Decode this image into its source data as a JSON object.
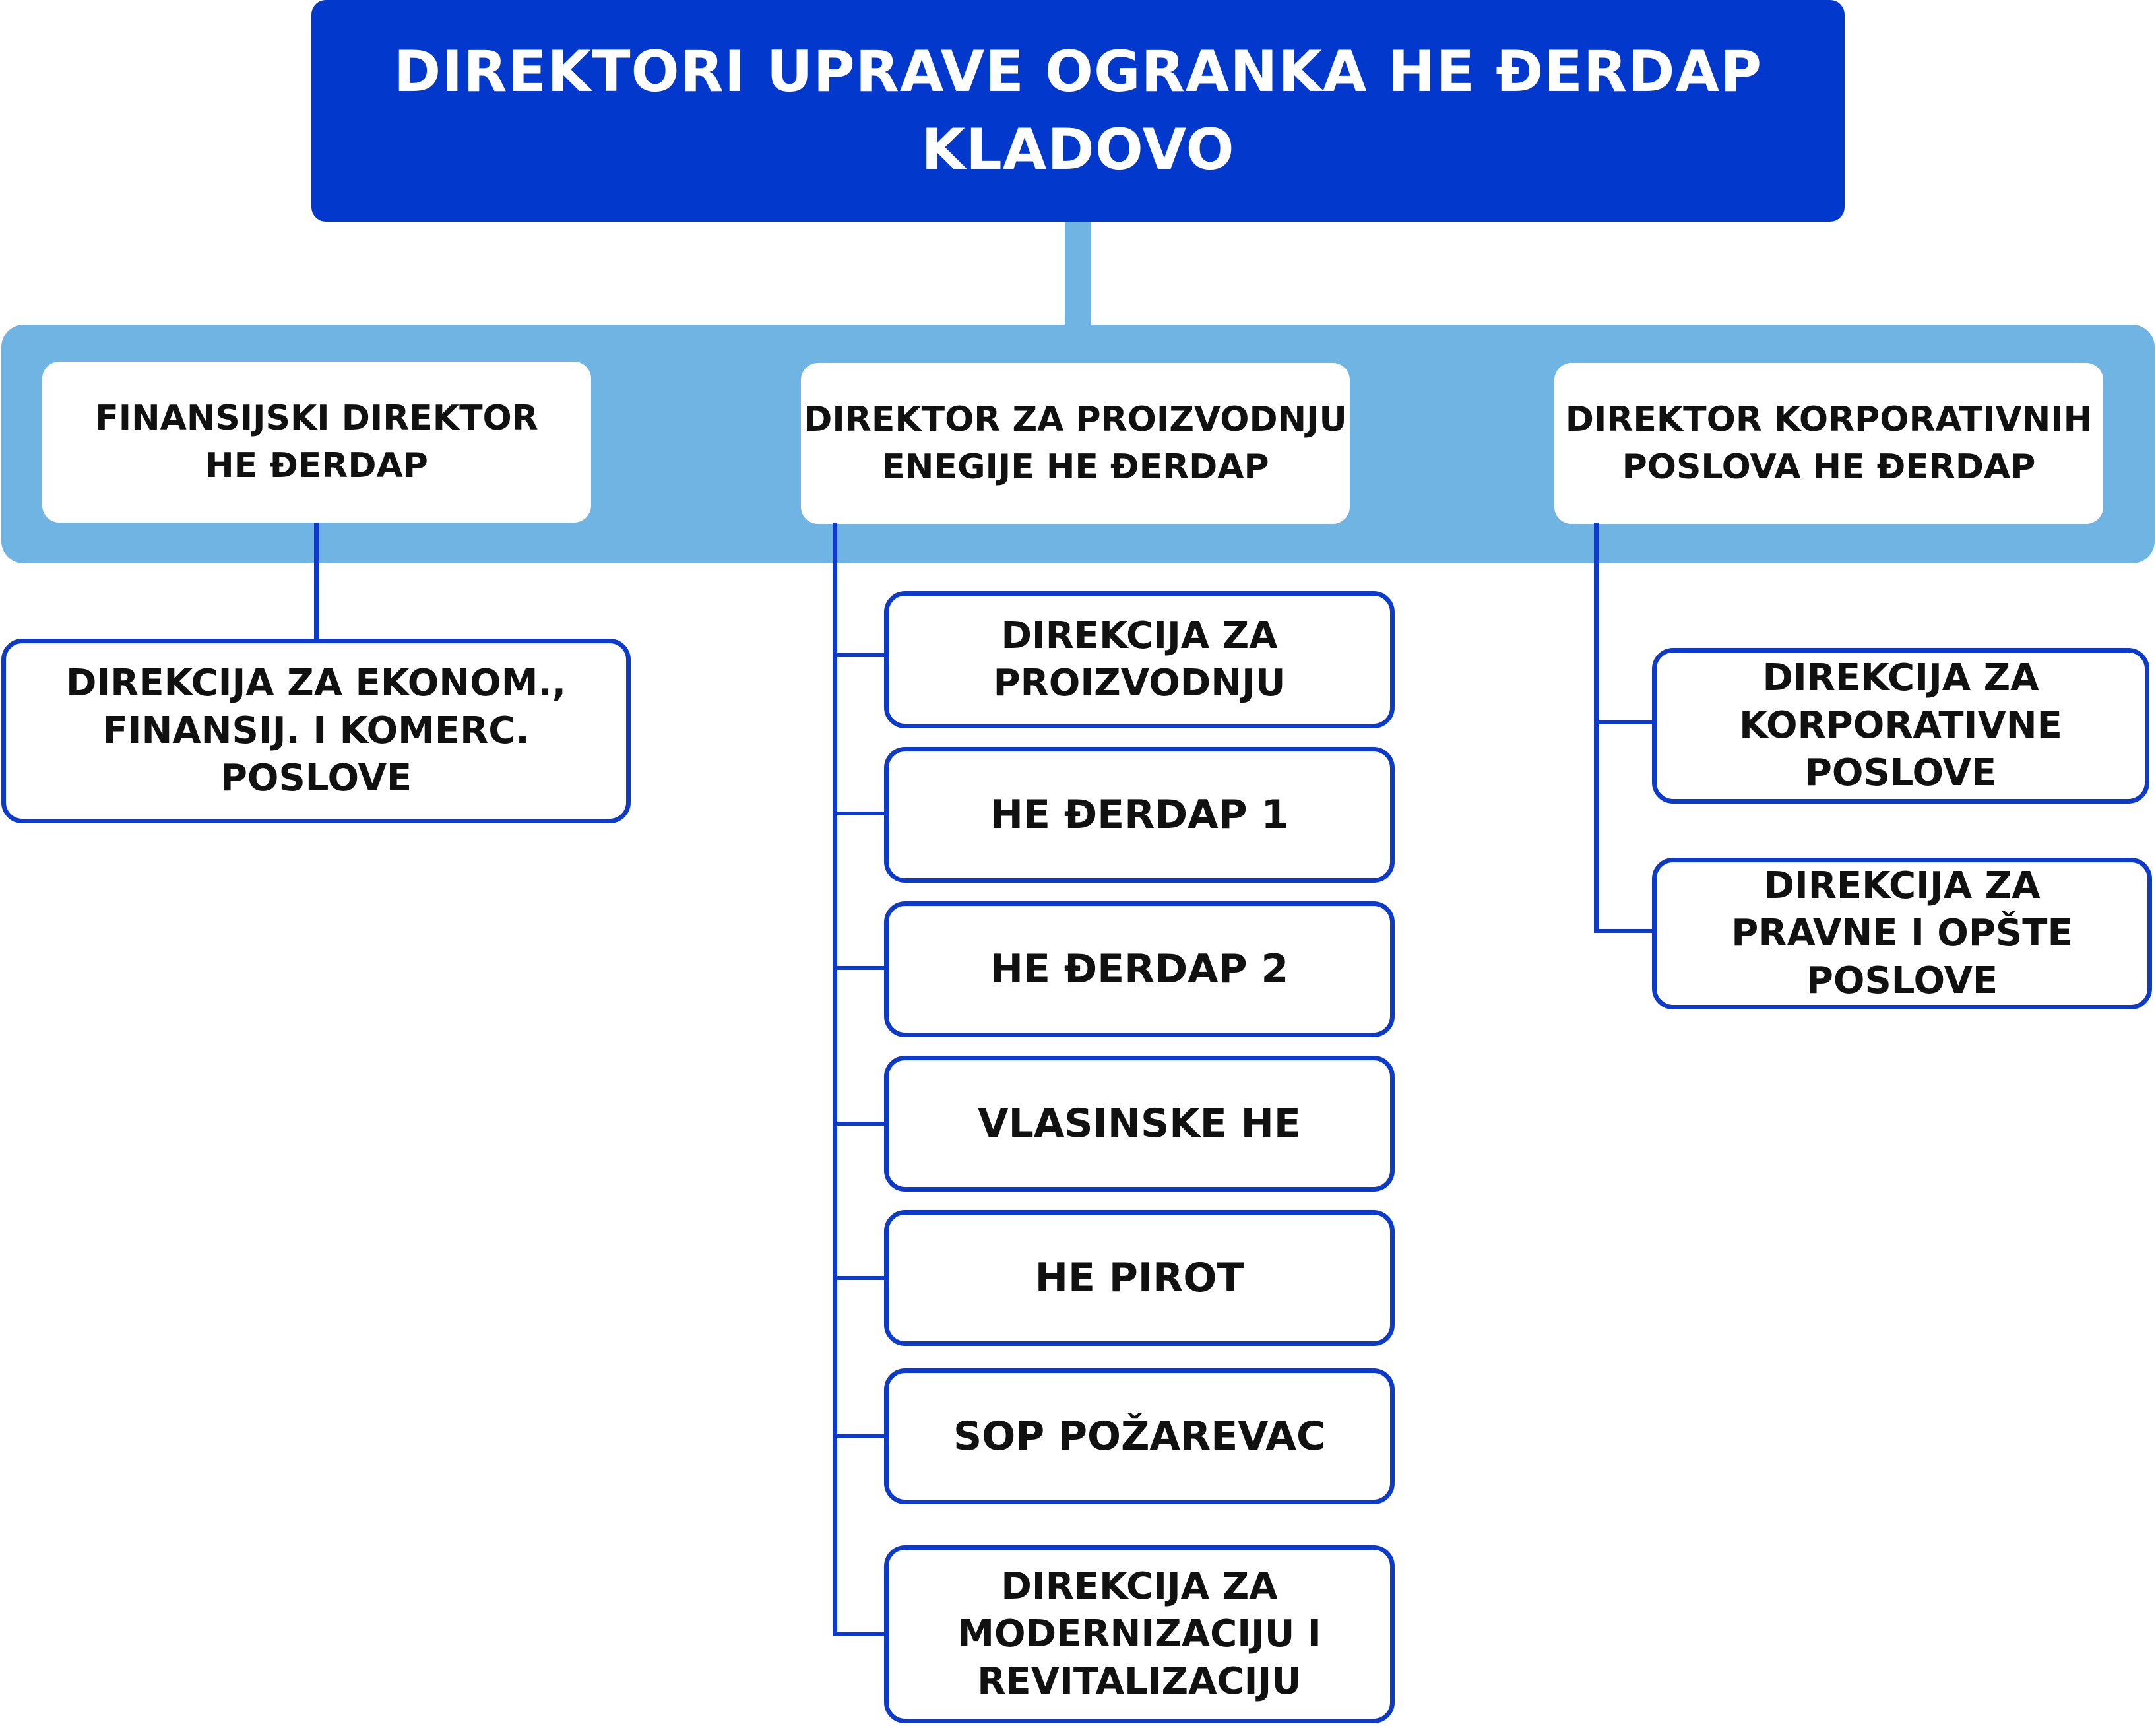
{
  "title": {
    "line1": "DIREKTORI UPRAVE OGRANKA HE ĐERDAP",
    "line2": "KLADOVO"
  },
  "directors": [
    {
      "line1": "FINANSIJSKI DIREKTOR",
      "line2": "HE ĐERDAP"
    },
    {
      "line1": "DIREKTOR ZA PROIZVODNJU",
      "line2": "ENEGIJE HE ĐERDAP"
    },
    {
      "line1": "DIREKTOR KORPORATIVNIH",
      "line2": "POSLOVA HE ĐERDAP"
    }
  ],
  "finance_units": [
    {
      "line1": "DIREKCIJA ZA EKONOM.,",
      "line2": "FINANSIJ. I KOMERC. POSLOVE"
    }
  ],
  "production_units": [
    {
      "line1": "DIREKCIJA ZA",
      "line2": "PROIZVODNJU"
    },
    {
      "line1": "HE ĐERDAP 1"
    },
    {
      "line1": "HE ĐERDAP 2"
    },
    {
      "line1": "VLASINSKE HE"
    },
    {
      "line1": "HE PIROT"
    },
    {
      "line1": "SOP POŽAREVAC"
    },
    {
      "line1": "DIREKCIJA ZA",
      "line2": "MODERNIZACIJU I",
      "line3": "REVITALIZACIJU"
    }
  ],
  "corporate_units": [
    {
      "line1": "DIREKCIJA ZA",
      "line2": "KORPORATIVNE",
      "line3": "POSLOVE"
    },
    {
      "line1": "DIREKCIJA ZA",
      "line2": "PRAVNE I OPŠTE",
      "line3": "POSLOVE"
    }
  ],
  "colors": {
    "title_fill": "#0338cc",
    "band_fill": "#70b4e4",
    "connector": "#0d3ac8",
    "text": "#111111"
  }
}
